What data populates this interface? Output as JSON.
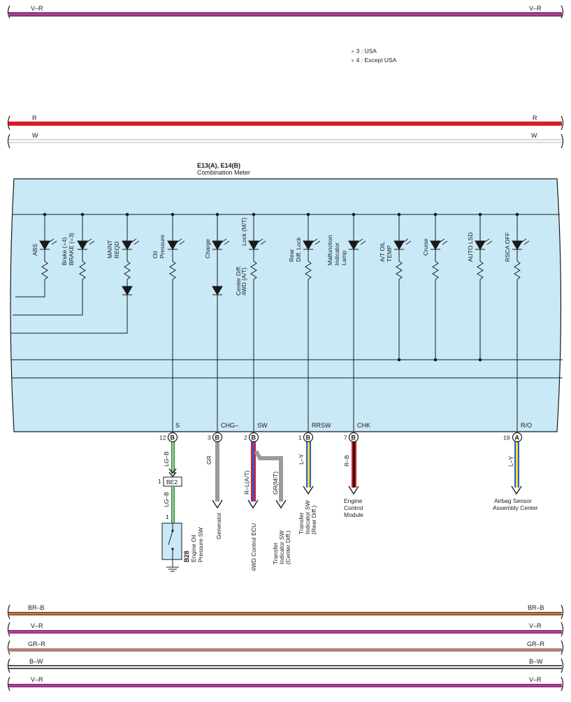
{
  "notes": {
    "n3": "∘ 3 : USA",
    "n4": "∘ 4 : Except USA"
  },
  "wires_top": [
    {
      "code": "V–R",
      "colors": [
        "#6d2b8f",
        "#e0407a"
      ]
    },
    {
      "code": "R",
      "colors": [
        "#e11b22",
        "#e11b22"
      ]
    },
    {
      "code": "W",
      "colors": [
        "#cfcfcf",
        "#ffffff"
      ]
    }
  ],
  "wires_bottom": [
    {
      "code": "BR–B",
      "colors": [
        "#7a3e12",
        "#d08a5a"
      ]
    },
    {
      "code": "V–R",
      "colors": [
        "#6d2b8f",
        "#e0407a"
      ]
    },
    {
      "code": "GR–R",
      "colors": [
        "#9a9a9a",
        "#e0604a"
      ]
    },
    {
      "code": "B–W",
      "colors": [
        "#1a1a1a",
        "#1a1a1a"
      ]
    },
    {
      "code": "V–R",
      "colors": [
        "#6d2b8f",
        "#e0407a"
      ]
    }
  ],
  "meter": {
    "title": "E13(A), E14(B)",
    "name": "Combination Meter",
    "lamps": {
      "abs": [
        "ABS"
      ],
      "brake": [
        "Brake (∘4)",
        "BRAKE (∘3)"
      ],
      "maint": [
        "MAINT",
        "REQD"
      ],
      "oil": [
        "Oil",
        "Pressure"
      ],
      "charge": [
        "Charge"
      ],
      "center_diff": [
        "Lock (M/T)",
        "Center Diff.",
        "4WD (A/T)"
      ],
      "rear_diff": [
        "Rear",
        "Diff.  Lock"
      ],
      "mil": [
        "Malfunction",
        "Indicator",
        "Lamp"
      ],
      "at_oil": [
        "A/T OIL",
        "TEMP"
      ],
      "cruise": [
        "Cruise"
      ],
      "auto_lsd": [
        "AUTO LSD"
      ],
      "rsca": [
        "RSCA OFF"
      ]
    }
  },
  "terminals": {
    "s": {
      "name": "S",
      "pin": "12",
      "conn": "B"
    },
    "chg": {
      "name": "CHG–",
      "pin": "3",
      "conn": "B"
    },
    "sw": {
      "name": "SW",
      "pin": "2",
      "conn": "B"
    },
    "rrsw": {
      "name": "RRSW",
      "pin": "1",
      "conn": "B"
    },
    "chk": {
      "name": "CHK",
      "pin": "7",
      "conn": "B"
    },
    "ro": {
      "name": "R/O",
      "pin": "19",
      "conn": "A"
    }
  },
  "wire_labels": {
    "lgb1": "LG–B",
    "lgb2": "LG–B",
    "gr": "GR",
    "rl_at": "R–L(A/T)",
    "gr_mt": "GR(M/T)",
    "ly1": "L–Y",
    "rb": "R–B",
    "ly2": "L–Y"
  },
  "colors": {
    "lgb": [
      "#2e8b3a",
      "#b8e0a8"
    ],
    "gr": "#9a9a9a",
    "rl": [
      "#e11b22",
      "#2a5bd7"
    ],
    "ly": [
      "#2a5bd7",
      "#f2e02a"
    ],
    "rb": [
      "#e11b22",
      "#1a1a1a"
    ],
    "meter_fill": "#c9e9f7"
  },
  "connector_be2": {
    "pin_top": "1",
    "label": "BE2",
    "pin_bottom": "1"
  },
  "b28": {
    "code": "B28",
    "line1": "Engine Oil",
    "line2": "Pressure SW"
  },
  "destinations": {
    "generator": [
      "Generator"
    ],
    "ecu_4wd": [
      "4WD Control ECU"
    ],
    "transfer_center": [
      "Transfer",
      "Indicator SW",
      "(Center Diff.)"
    ],
    "transfer_rear": [
      "Transfer",
      "Indicator SW",
      "(Rear Diff.)"
    ],
    "ecm": [
      "Engine",
      "Control",
      "Module"
    ],
    "airbag": [
      "Airbag Sensor",
      "Assembly Center"
    ]
  }
}
